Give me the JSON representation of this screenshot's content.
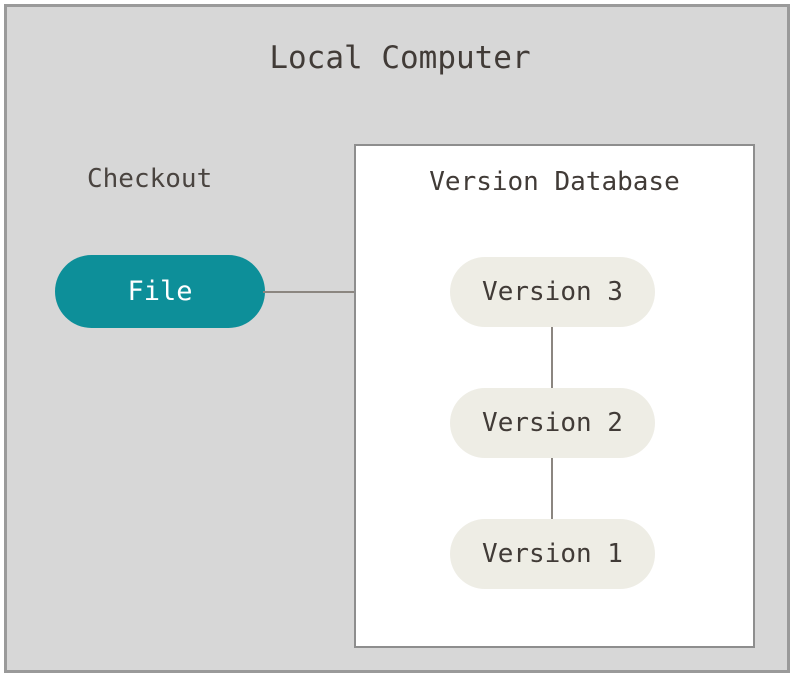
{
  "diagram": {
    "title": "Local Computer",
    "sections": {
      "checkout": {
        "label": "Checkout",
        "file_node": "File"
      },
      "version_database": {
        "label": "Version Database",
        "versions": [
          {
            "label": "Version 3"
          },
          {
            "label": "Version 2"
          },
          {
            "label": "Version 1"
          }
        ]
      }
    },
    "colors": {
      "outer_background": "#d7d7d7",
      "outer_border": "#9a9a9a",
      "panel_background": "#ffffff",
      "panel_border": "#8e8e8e",
      "file_node_fill": "#0d8f99",
      "file_node_text": "#ffffff",
      "version_node_fill": "#eeede5",
      "text": "#413b37",
      "connector_line": "#8b8680"
    }
  }
}
